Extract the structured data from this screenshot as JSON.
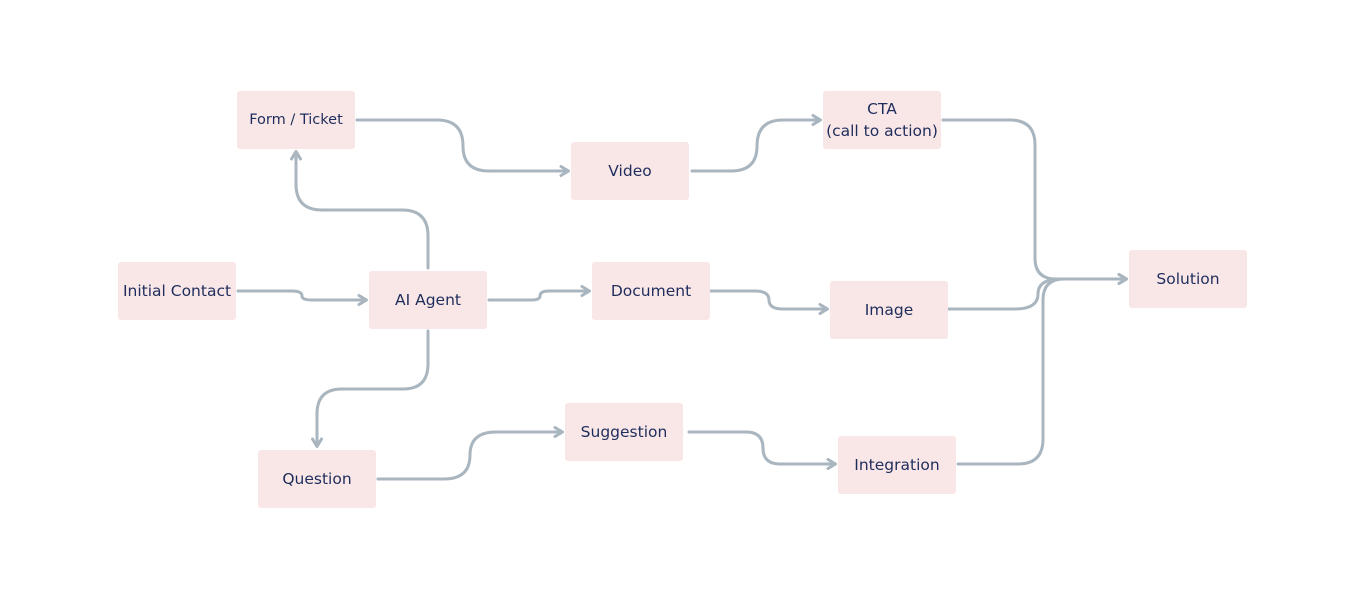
{
  "diagram": {
    "connector_color": "#a9b6bf",
    "node_fill": "#f9e7e7",
    "text_color": "#1f2d5c",
    "nodes": {
      "initial_contact": "Initial Contact",
      "ai_agent": "AI Agent",
      "form_ticket": "Form / Ticket",
      "question": "Question",
      "video": "Video",
      "document": "Document",
      "suggestion": "Suggestion",
      "cta": "CTA\n(call to action)",
      "image": "Image",
      "integration": "Integration",
      "solution": "Solution"
    },
    "edges": [
      [
        "initial_contact",
        "ai_agent"
      ],
      [
        "ai_agent",
        "form_ticket"
      ],
      [
        "ai_agent",
        "document"
      ],
      [
        "ai_agent",
        "question"
      ],
      [
        "form_ticket",
        "video"
      ],
      [
        "video",
        "cta"
      ],
      [
        "document",
        "image"
      ],
      [
        "question",
        "suggestion"
      ],
      [
        "suggestion",
        "integration"
      ],
      [
        "cta",
        "solution"
      ],
      [
        "image",
        "solution"
      ],
      [
        "integration",
        "solution"
      ]
    ]
  }
}
